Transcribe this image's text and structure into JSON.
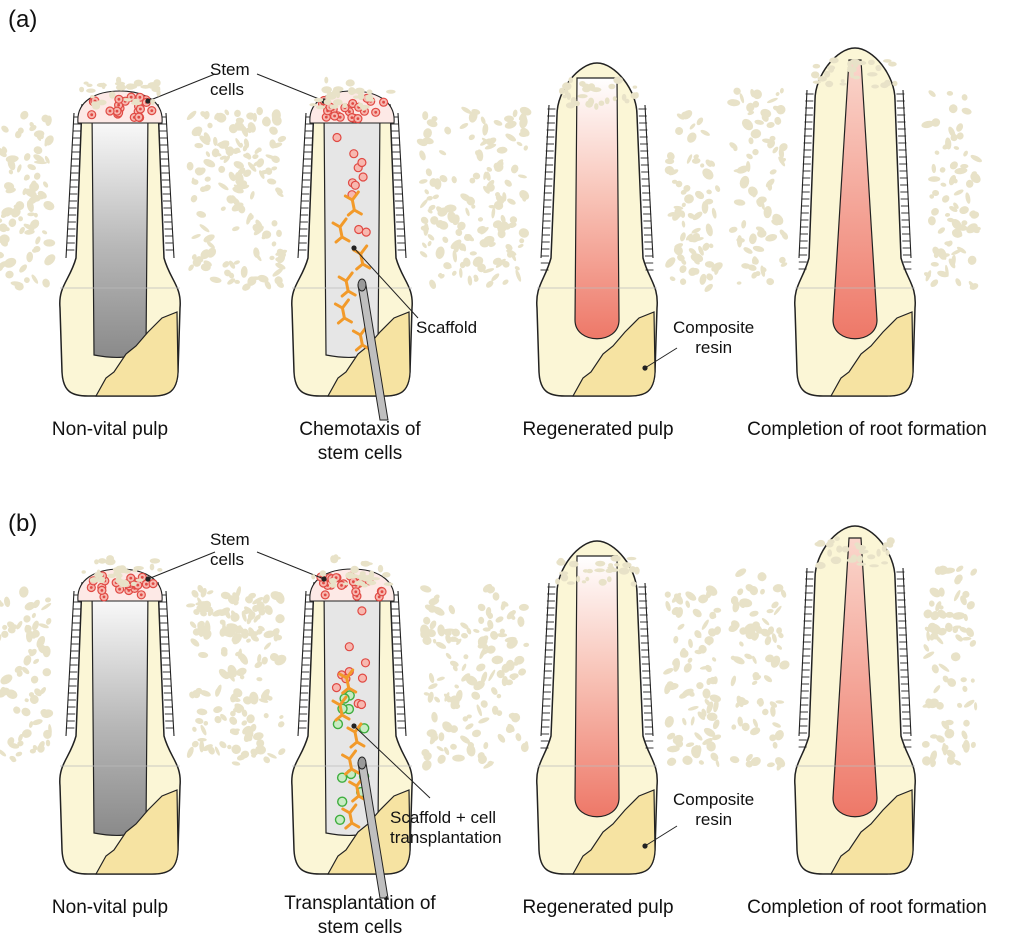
{
  "panels": [
    {
      "letter": "(a)",
      "stem_label": "Stem\ncells",
      "scaffold_label": "Scaffold",
      "resin_label": "Composite\nresin",
      "captions": [
        "Non-vital pulp",
        "Chemotaxis of\nstem cells",
        "Regenerated pulp",
        "Completion of root formation"
      ]
    },
    {
      "letter": "(b)",
      "stem_label": "Stem\ncells",
      "scaffold_label": "Scaffold + cell\ntransplantation",
      "resin_label": "Composite\nresin",
      "captions": [
        "Non-vital pulp",
        "Transplantation of\nstem cells",
        "Regenerated pulp",
        "Completion of root formation"
      ]
    }
  ],
  "colors": {
    "bone": "#e8e2c8",
    "tooth": "#fbf6d6",
    "outline": "#222222",
    "resin": "#f6e3a2",
    "pulp_red": "#ee7868",
    "pulp_grey": "#8a8a8a",
    "stem_cell": "#e04a44",
    "scaffold": "#f29a2a",
    "transplant_cell": "#3fae3f"
  }
}
